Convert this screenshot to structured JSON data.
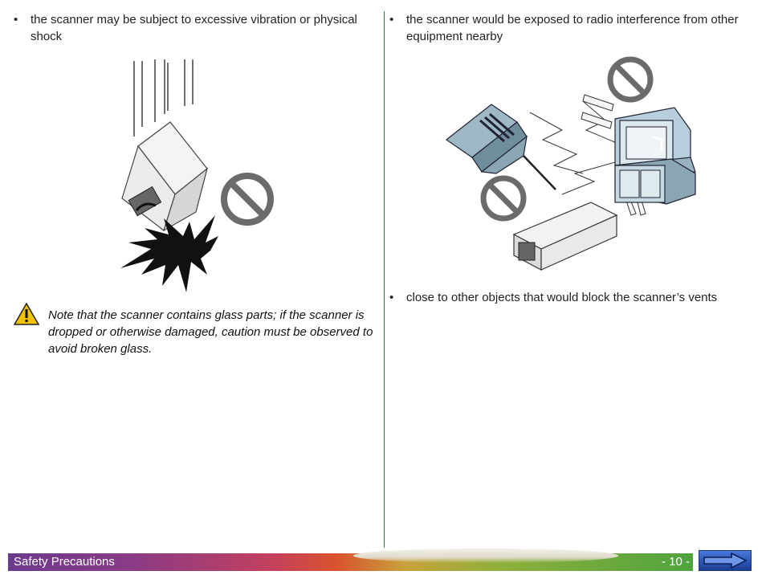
{
  "left": {
    "bullet": "•",
    "text": "the scanner may be subject to excessive vibration or physical shock"
  },
  "right": {
    "bullet1": "•",
    "text1": "the scanner would be exposed to radio interference from other equipment nearby",
    "bullet2": "•",
    "text2": "close to other objects that would block the scanner’s vents"
  },
  "note": "Note that the scanner contains glass parts; if the scanner is dropped or otherwise damaged, caution must be observed to avoid broken glass.",
  "footer": {
    "section_title": "Safety Precautions",
    "page_number": "- 10 -"
  },
  "icons": {
    "warning": "warning-triangle-icon",
    "prohibited": "prohibited-icon",
    "next": "next-page-arrow-icon"
  },
  "colors": {
    "divider": "#2e7d4a",
    "prohibited": "#6b6b6b",
    "next_button": "#2c56b8"
  }
}
